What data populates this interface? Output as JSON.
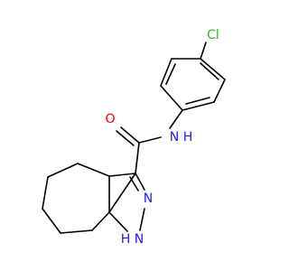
{
  "molecule": {
    "atoms": {
      "chlorine": {
        "text": "Cl",
        "color": "#2db52d"
      },
      "carbonyl_oxygen": {
        "text": "O",
        "color": "#ff0000"
      },
      "amide_nitrogen": {
        "text": "N",
        "color": "#2020ff"
      },
      "amide_hydrogen": {
        "text": "H",
        "color": "#2020ff"
      },
      "pyrazole_n2": {
        "text": "N",
        "color": "#2020ff"
      },
      "pyrazole_n1": {
        "text": "N",
        "color": "#2020ff"
      },
      "pyrazole_h": {
        "text": "H",
        "color": "#2020ff"
      }
    },
    "bond_color": "#000000"
  }
}
